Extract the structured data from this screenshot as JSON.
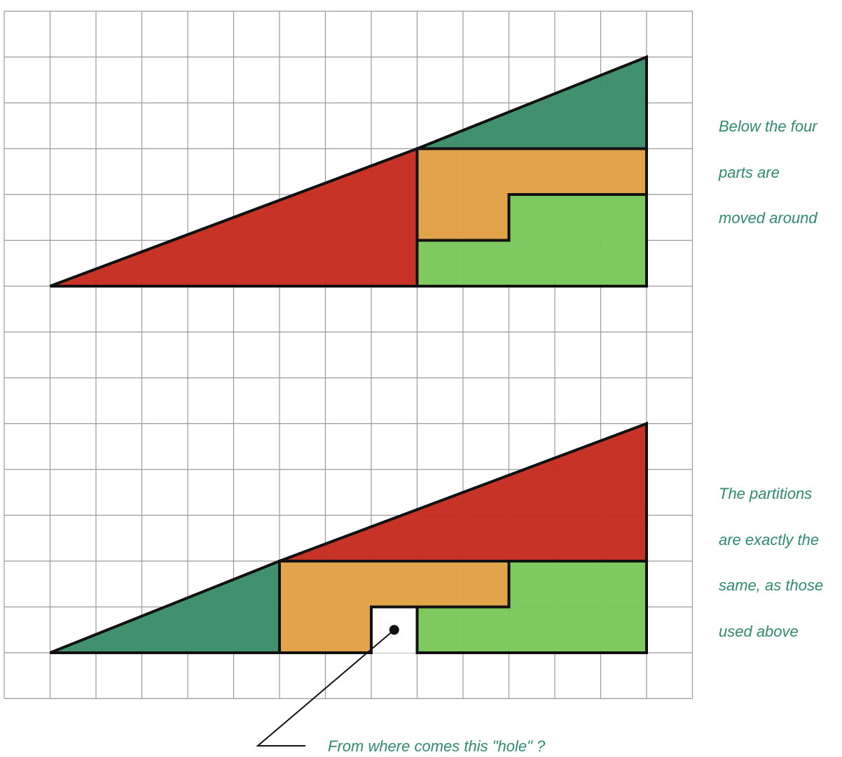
{
  "notes": {
    "top": [
      "Below the four",
      "parts are",
      "moved around"
    ],
    "bottom": [
      "The partitions",
      "are exactly the",
      "same, as those",
      "used above"
    ],
    "hole_question": "From where comes this \"hole\" ?"
  },
  "colors": {
    "grid_line": "#999999",
    "outline": "#111111",
    "dark_green": "#3a8c68",
    "red": "#c62b1e",
    "orange": "#e0a043",
    "light_green": "#79c75a",
    "text": "#2e8b6e"
  },
  "grid": {
    "columns": 15,
    "rows": 15
  },
  "top_figure": {
    "pieces": [
      {
        "name": "red-triangle",
        "color_key": "red",
        "points": [
          [
            1,
            6
          ],
          [
            9,
            6
          ],
          [
            9,
            3
          ]
        ]
      },
      {
        "name": "dark-green-triangle",
        "color_key": "dark_green",
        "points": [
          [
            9,
            3
          ],
          [
            14,
            3
          ],
          [
            14,
            1
          ]
        ]
      },
      {
        "name": "orange-l-piece",
        "color_key": "orange",
        "points": [
          [
            9,
            3
          ],
          [
            14,
            3
          ],
          [
            14,
            4
          ],
          [
            11,
            4
          ],
          [
            11,
            5
          ],
          [
            9,
            5
          ]
        ]
      },
      {
        "name": "light-green-l-piece",
        "color_key": "light_green",
        "points": [
          [
            11,
            4
          ],
          [
            14,
            4
          ],
          [
            14,
            6
          ],
          [
            9,
            6
          ],
          [
            9,
            5
          ],
          [
            11,
            5
          ]
        ]
      }
    ]
  },
  "bottom_figure": {
    "pieces": [
      {
        "name": "dark-green-triangle",
        "color_key": "dark_green",
        "points": [
          [
            1,
            14
          ],
          [
            6,
            14
          ],
          [
            6,
            12
          ]
        ]
      },
      {
        "name": "red-triangle",
        "color_key": "red",
        "points": [
          [
            6,
            12
          ],
          [
            14,
            12
          ],
          [
            14,
            9
          ]
        ]
      },
      {
        "name": "orange-l-piece",
        "color_key": "orange",
        "points": [
          [
            6,
            12
          ],
          [
            11,
            12
          ],
          [
            11,
            13
          ],
          [
            8,
            13
          ],
          [
            8,
            14
          ],
          [
            6,
            14
          ]
        ]
      },
      {
        "name": "light-green-l-piece",
        "color_key": "light_green",
        "points": [
          [
            11,
            12
          ],
          [
            14,
            12
          ],
          [
            14,
            14
          ],
          [
            9,
            14
          ],
          [
            9,
            13
          ],
          [
            11,
            13
          ]
        ]
      }
    ],
    "hole": [
      [
        8,
        13
      ],
      [
        9,
        13
      ],
      [
        9,
        14
      ],
      [
        8,
        14
      ]
    ]
  }
}
